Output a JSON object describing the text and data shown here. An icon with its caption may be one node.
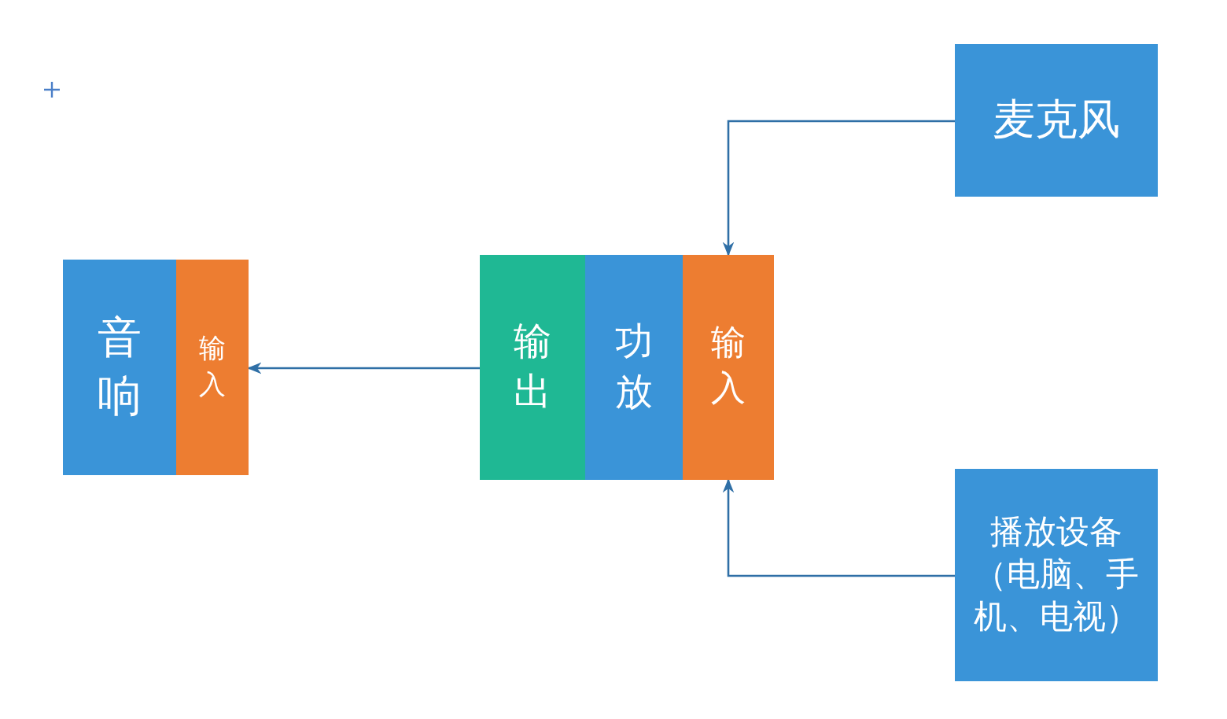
{
  "diagram": {
    "nodes": [
      {
        "text": [
          "音响"
        ]
      },
      {
        "text": [
          "输入"
        ]
      },
      {
        "text": [
          "输出"
        ]
      },
      {
        "text": [
          "功放"
        ]
      },
      {
        "text": [
          "输入"
        ]
      },
      {
        "text": [
          "麦克风"
        ]
      },
      {
        "text": [
          "播放设备（电脑、手机、电视）"
        ]
      }
    ],
    "edges": [
      {
        "from": 2,
        "to": 1,
        "arrow": "to"
      },
      {
        "from": 5,
        "to": 4,
        "arrow": "to"
      },
      {
        "from": 6,
        "to": 4,
        "arrow": "to"
      }
    ]
  }
}
